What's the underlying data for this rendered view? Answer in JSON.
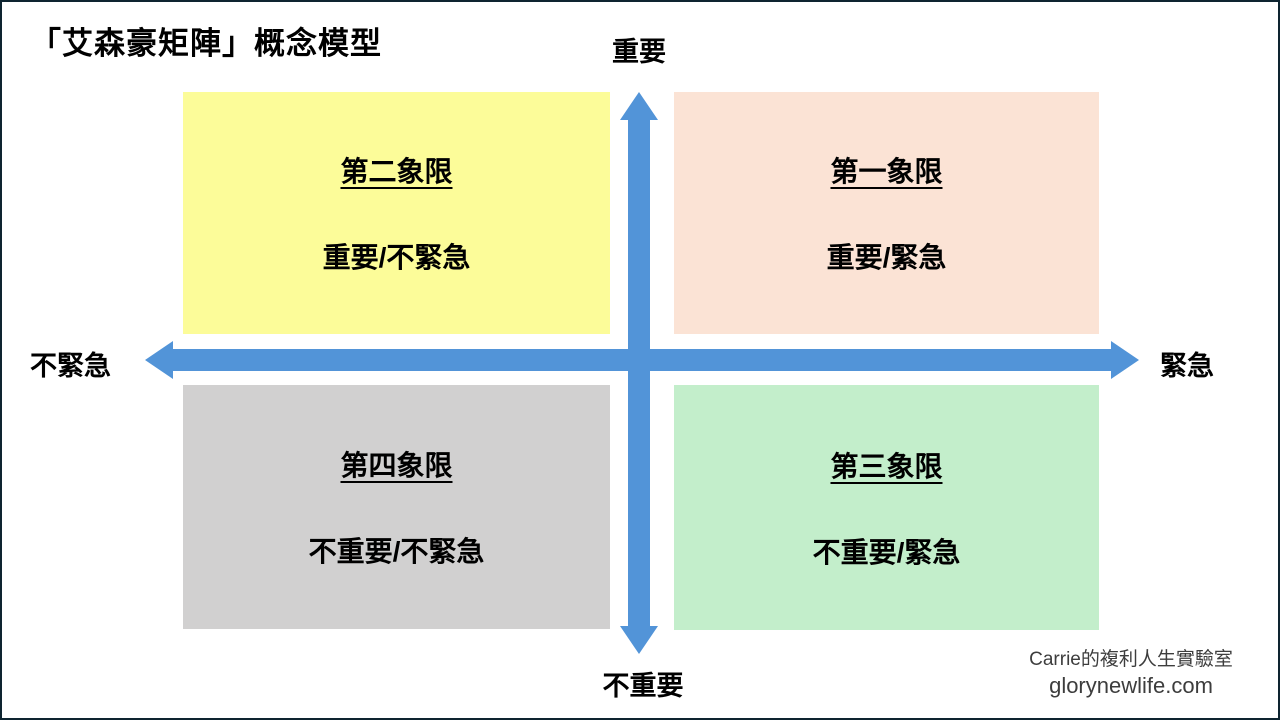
{
  "title": "「艾森豪矩陣」概念模型",
  "axes": {
    "top": "重要",
    "bottom": "不重要",
    "left": "不緊急",
    "right": "緊急"
  },
  "quadrants": {
    "q1": {
      "title": "第一象限",
      "subtitle": "重要/緊急",
      "color": "#FBE3D5"
    },
    "q2": {
      "title": "第二象限",
      "subtitle": "重要/不緊急",
      "color": "#FCFC99"
    },
    "q3": {
      "title": "第三象限",
      "subtitle": "不重要/緊急",
      "color": "#C3EECB"
    },
    "q4": {
      "title": "第四象限",
      "subtitle": "不重要/不緊急",
      "color": "#D1D0D0"
    }
  },
  "watermark": {
    "line1": "Carrie的複利人生實驗室",
    "line2": "glorynewlife.com"
  },
  "colors": {
    "arrow": "#5294D8",
    "frame": "#0E2430"
  }
}
